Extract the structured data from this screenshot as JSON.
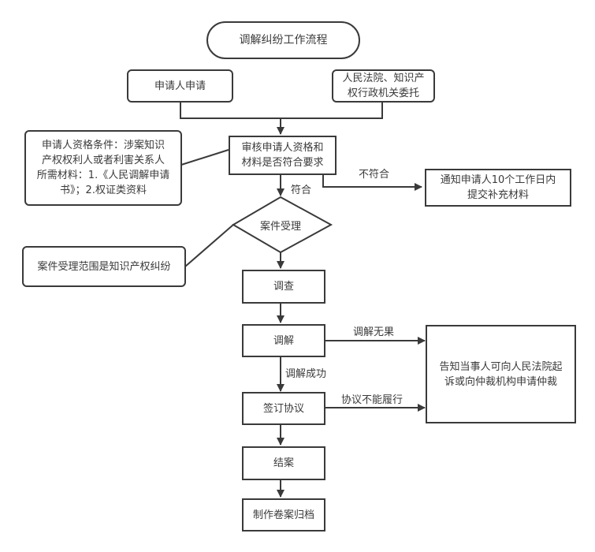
{
  "diagram": {
    "title": "调解纠纷工作流程",
    "nodes": {
      "applicant_apply": "申请人申请",
      "court_entrust_l1": "人民法院、知识产",
      "court_entrust_l2": "权行政机关委托",
      "review_l1": "审核申请人资格和",
      "review_l2": "材料是否符合要求",
      "notify_l1": "通知申请人10个工作日内",
      "notify_l2": "提交补充材料",
      "accept_case": "案件受理",
      "investigate": "调查",
      "mediate": "调解",
      "sign_agreement": "签订协议",
      "close_case": "结案",
      "archive": "制作卷案归档",
      "inform_l1": "告知当事人可向人民法院起",
      "inform_l2": "诉或向仲裁机构申请仲裁"
    },
    "notes": {
      "qualification_l1": "申请人资格条件：涉案知识",
      "qualification_l2": "产权权利人或者利害关系人",
      "qualification_l3": "所需材料：1.《人民调解申请",
      "qualification_l4": "书》；2.权证类资料",
      "scope": "案件受理范围是知识产权纠纷"
    },
    "edge_labels": {
      "not_compliant": "不符合",
      "compliant": "符合",
      "mediation_failed": "调解无果",
      "mediation_success": "调解成功",
      "agreement_unfulfilled": "协议不能履行"
    },
    "colors": {
      "stroke": "#3a3a3a",
      "background": "#ffffff",
      "text": "#3a3a3a"
    }
  }
}
